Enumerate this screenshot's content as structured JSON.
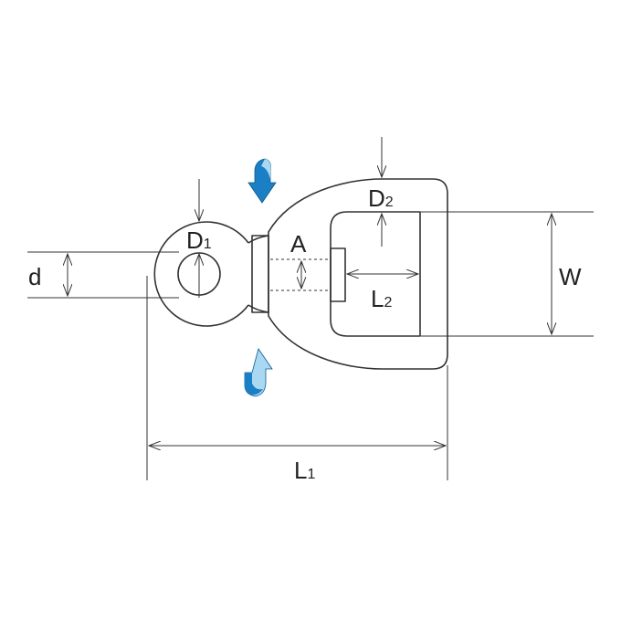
{
  "labels": {
    "d": "d",
    "D1_main": "D",
    "D1_sub": "1",
    "D2_main": "D",
    "D2_sub": "2",
    "A": "A",
    "L2_main": "L",
    "L2_sub": "2",
    "W": "W",
    "L1_main": "L",
    "L1_sub": "1"
  },
  "colors": {
    "rotation_arrow_dark": "#1a7fc4",
    "rotation_arrow_light": "#a9d8f2",
    "line": "#333333"
  },
  "icons": [
    "rotate-down-arrow-icon",
    "rotate-up-arrow-icon"
  ]
}
